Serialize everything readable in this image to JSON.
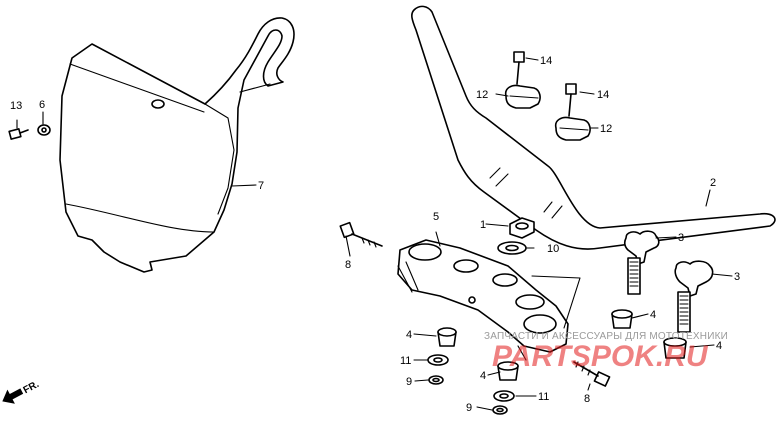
{
  "callouts": [
    {
      "id": "c1",
      "num": "1"
    },
    {
      "id": "c2",
      "num": "2"
    },
    {
      "id": "c3a",
      "num": "3"
    },
    {
      "id": "c3b",
      "num": "3"
    },
    {
      "id": "c4a",
      "num": "4"
    },
    {
      "id": "c4b",
      "num": "4"
    },
    {
      "id": "c4c",
      "num": "4"
    },
    {
      "id": "c4d",
      "num": "4"
    },
    {
      "id": "c5",
      "num": "5"
    },
    {
      "id": "c6",
      "num": "6"
    },
    {
      "id": "c7",
      "num": "7"
    },
    {
      "id": "c8a",
      "num": "8"
    },
    {
      "id": "c8b",
      "num": "8"
    },
    {
      "id": "c9a",
      "num": "9"
    },
    {
      "id": "c9b",
      "num": "9"
    },
    {
      "id": "c10",
      "num": "10"
    },
    {
      "id": "c11a",
      "num": "11"
    },
    {
      "id": "c11b",
      "num": "11"
    },
    {
      "id": "c12a",
      "num": "12"
    },
    {
      "id": "c12b",
      "num": "12"
    },
    {
      "id": "c13",
      "num": "13"
    },
    {
      "id": "c14a",
      "num": "14"
    },
    {
      "id": "c14b",
      "num": "14"
    }
  ],
  "front_marker": "FR.",
  "watermark": {
    "tagline": "ЗАПЧАСТИ И АКСЕССУАРЫ ДЛЯ МОТОТЕХНИКИ",
    "brand": "PARTSPOK.RU",
    "brand_color": "#e11c1c"
  }
}
